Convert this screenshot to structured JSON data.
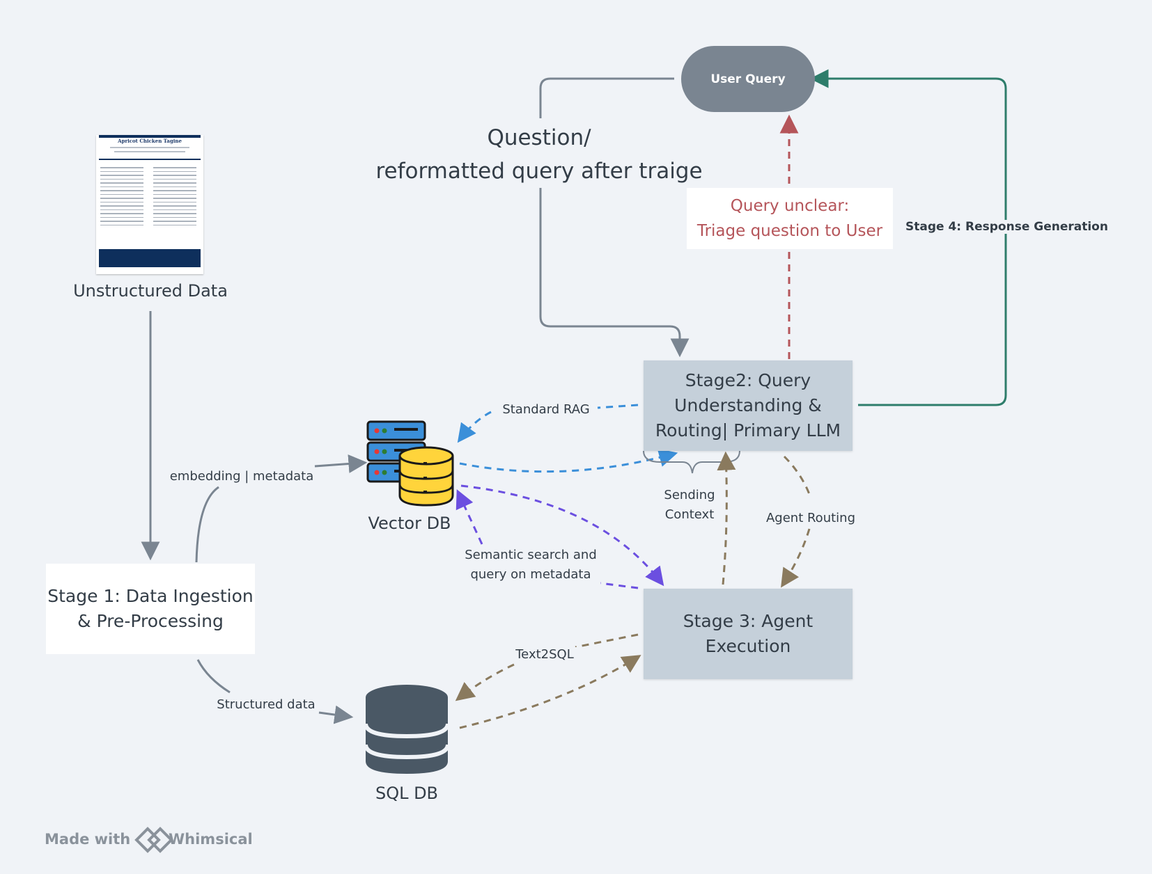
{
  "nodes": {
    "user_query": "User Query",
    "stage2": [
      "Stage2: Query",
      "Understanding &",
      "Routing| Primary LLM"
    ],
    "stage3": [
      "Stage 3: Agent",
      "Execution"
    ],
    "stage1": [
      "Stage 1: Data Ingestion",
      "& Pre-Processing"
    ],
    "unstructured_data": "Unstructured Data",
    "vector_db": "Vector DB",
    "sql_db": "SQL DB"
  },
  "document_thumbnail": {
    "title": "Apricot Chicken Tagine"
  },
  "edge_labels": {
    "question": [
      "Question/",
      "reformatted query after traige"
    ],
    "query_unclear": [
      "Query unclear:",
      "Triage question to User"
    ],
    "stage4": "Stage 4: Response Generation",
    "standard_rag": "Standard RAG",
    "embedding": "embedding | metadata",
    "sending_context": [
      "Sending",
      "Context"
    ],
    "agent_routing": "Agent Routing",
    "semantic_search": [
      "Semantic search and",
      "query on metadata"
    ],
    "text2sql": "Text2SQL",
    "structured_data": "Structured data"
  },
  "watermark": {
    "made_with": "Made with",
    "brand": "Whimsical"
  },
  "colors": {
    "background": "#f0f3f7",
    "gray_arrow": "#7a8591",
    "green_arrow": "#2e7d6b",
    "red_dashed": "#b5555a",
    "blue_dashed": "#3b8fd9",
    "purple_dashed": "#6b4fe0",
    "brown_dashed": "#8a7a5e",
    "stage_gray": "#c5d0da",
    "pill": "#7a8591",
    "sql_db": "#4a5865",
    "vector_db_yellow": "#ffd43b"
  }
}
